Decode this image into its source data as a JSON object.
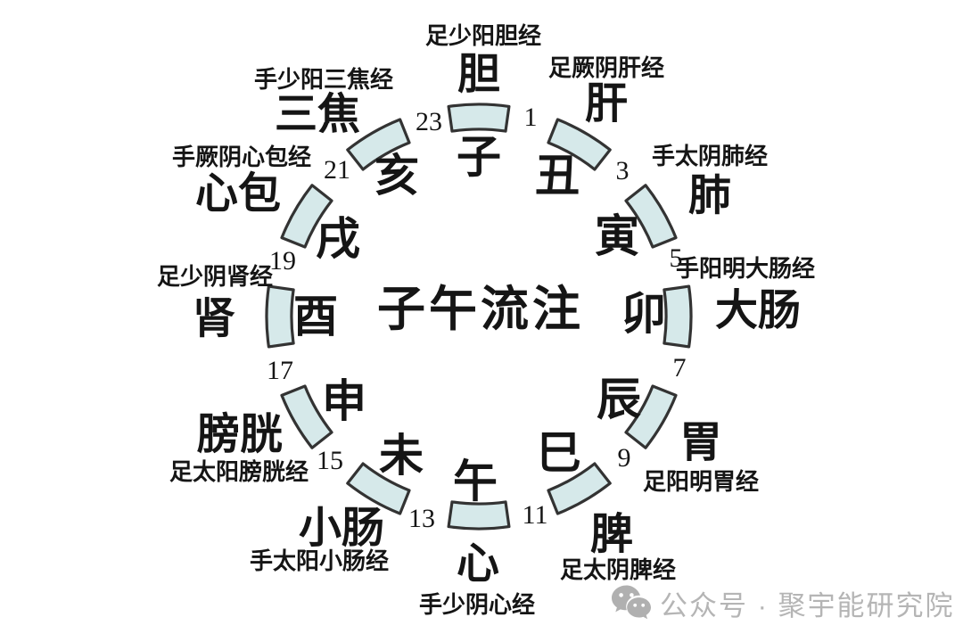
{
  "title": "子午流注",
  "clock": {
    "segments": [
      {
        "branch": "子",
        "organ": "胆",
        "meridian": "足少阳胆经"
      },
      {
        "branch": "丑",
        "organ": "肝",
        "meridian": "足厥阴肝经"
      },
      {
        "branch": "寅",
        "organ": "肺",
        "meridian": "手太阴肺经"
      },
      {
        "branch": "卯",
        "organ": "大肠",
        "meridian": "手阳明大肠经"
      },
      {
        "branch": "辰",
        "organ": "胃",
        "meridian": "足阳明胃经"
      },
      {
        "branch": "巳",
        "organ": "脾",
        "meridian": "足太阴脾经"
      },
      {
        "branch": "午",
        "organ": "心",
        "meridian": "手少阴心经"
      },
      {
        "branch": "未",
        "organ": "小肠",
        "meridian": "手太阳小肠经"
      },
      {
        "branch": "申",
        "organ": "膀胱",
        "meridian": "足太阳膀胱经"
      },
      {
        "branch": "酉",
        "organ": "肾",
        "meridian": "足少阴肾经"
      },
      {
        "branch": "戌",
        "organ": "心包",
        "meridian": "手厥阴心包经"
      },
      {
        "branch": "亥",
        "organ": "三焦",
        "meridian": "手少阳三焦经"
      }
    ],
    "hours": [
      "1",
      "3",
      "5",
      "7",
      "9",
      "11",
      "13",
      "15",
      "17",
      "19",
      "21",
      "23"
    ],
    "colors": {
      "arc_fill": "#d6e9ea",
      "arc_stroke": "#333333",
      "text": "#151515",
      "watermark": "#b5b5b5"
    }
  },
  "watermark": {
    "icon": "wechat-icon",
    "text": "公众号 · 聚宇能研究院"
  }
}
